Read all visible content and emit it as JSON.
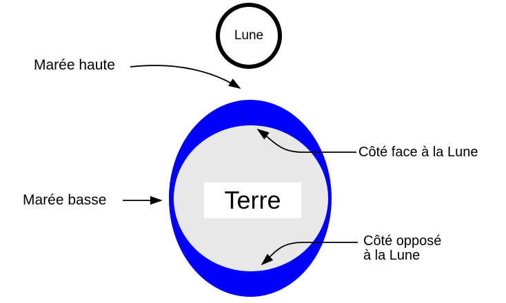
{
  "diagram": {
    "moon_label": "Lune",
    "earth_label": "Terre",
    "high_tide_label": "Marée haute",
    "low_tide_label": "Marée basse",
    "side_facing_label": "Côté face à la Lune",
    "side_opposite_line1": "Côté opposé",
    "side_opposite_line2": "à la Lune",
    "colors": {
      "tide_bulge": "#0000fb",
      "earth_fill": "#e8e8e8",
      "line": "#000000",
      "background": "#ffffff"
    }
  }
}
